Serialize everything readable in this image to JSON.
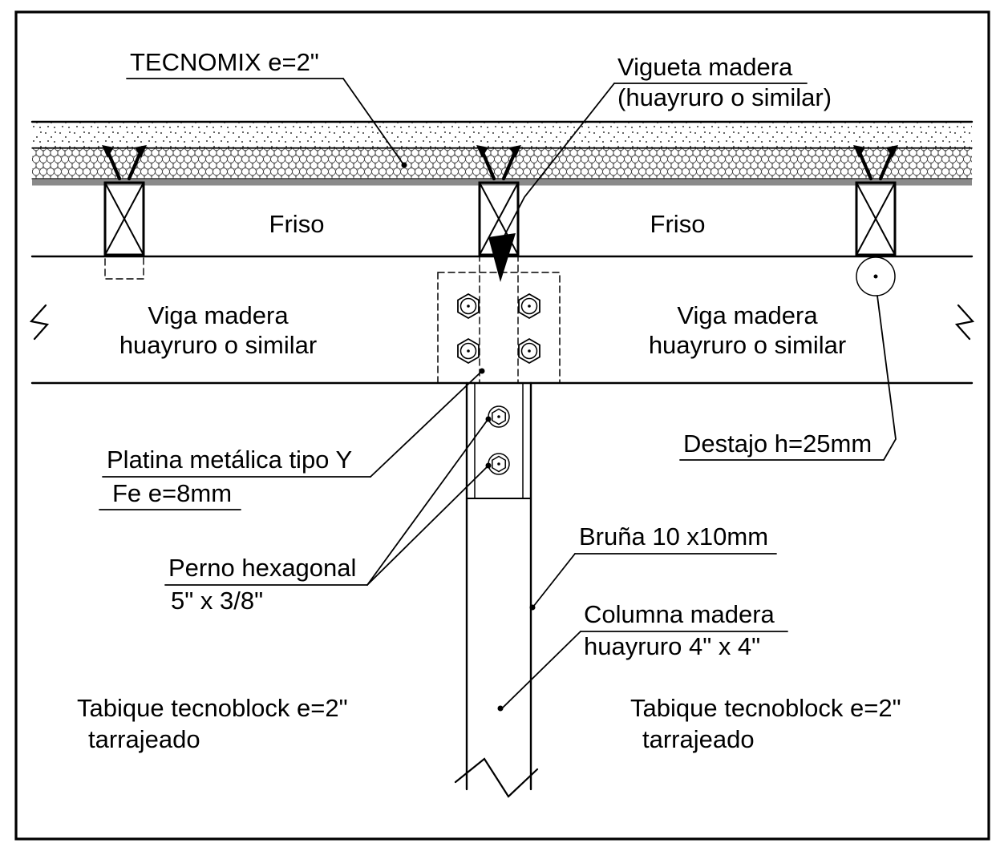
{
  "labels": {
    "tecnomix": "TECNOMIX e=2\"",
    "vigueta_1": "Vigueta madera",
    "vigueta_2": "(huayruro o similar)",
    "friso": "Friso",
    "viga_1": "Viga madera",
    "viga_2": "huayruro o similar",
    "platina_1": "Platina metálica tipo Y",
    "platina_2": "Fe e=8mm",
    "destajo": "Destajo h=25mm",
    "perno_1": "Perno hexagonal",
    "perno_2": "5\" x 3/8\"",
    "bruna": "Bruña 10 x10mm",
    "columna_1": "Columna madera",
    "columna_2": "huayruro 4\" x 4\"",
    "tabique_1": "Tabique tecnoblock e=2\"",
    "tabique_2": "tarrajeado"
  },
  "colors": {
    "line": "#000000",
    "gray_band": "#8a8a8a",
    "hatch": "#444444",
    "background": "#ffffff"
  }
}
